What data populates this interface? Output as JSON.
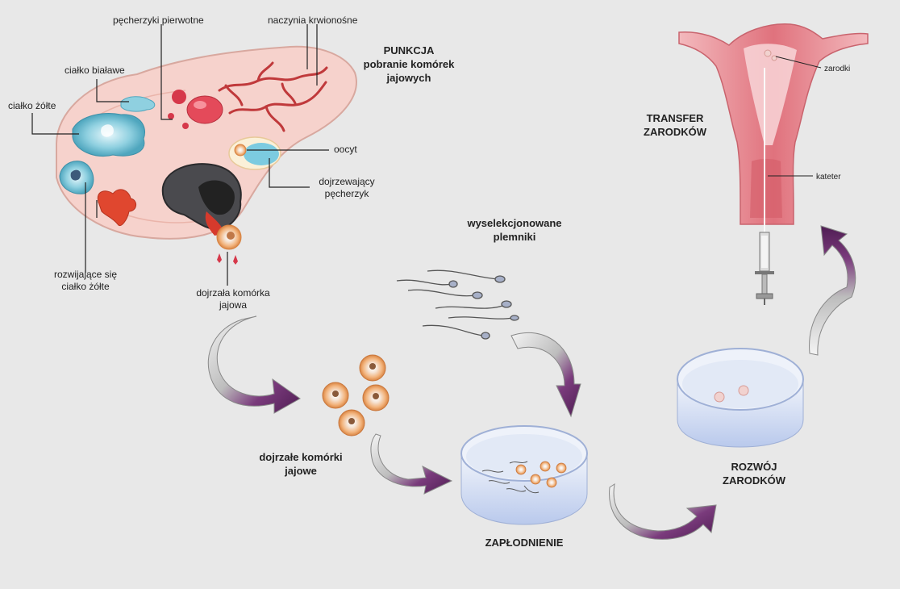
{
  "labels": {
    "primordial_follicles": "pęcherzyki pierwotne",
    "blood_vessels": "naczynia krwionośne",
    "corpus_albicans": "ciałko białawe",
    "corpus_luteum": "ciałko żółte",
    "oocyte": "oocyt",
    "maturing_follicle_1": "dojrzewający",
    "maturing_follicle_2": "pęcherzyk",
    "developing_cl_1": "rozwijające się",
    "developing_cl_2": "ciałko żółte",
    "mature_egg_1": "dojrzała komórka",
    "mature_egg_2": "jajowa",
    "puncture_1": "PUNKCJA",
    "puncture_2": "pobranie komórek",
    "puncture_3": "jajowych",
    "sperm_1": "wyselekcjonowane",
    "sperm_2": "plemniki",
    "mature_eggs_1": "dojrzałe komórki",
    "mature_eggs_2": "jajowe",
    "fertilization": "ZAPŁODNIENIE",
    "development_1": "ROZWÓJ",
    "development_2": "ZARODKÓW",
    "transfer_1": "TRANSFER",
    "transfer_2": "ZARODKÓW",
    "embryos": "zarodki",
    "catheter": "kateter"
  },
  "colors": {
    "background": "#e8e8e8",
    "ovary": "#f6d2cc",
    "follicle_blue": "#7cc6d8",
    "uterus_pink": "#e7929a",
    "arrow_purple": "#6a2a6e",
    "arrow_gray": "#cfcfcf",
    "dish_blue": "#c9d8f2"
  }
}
